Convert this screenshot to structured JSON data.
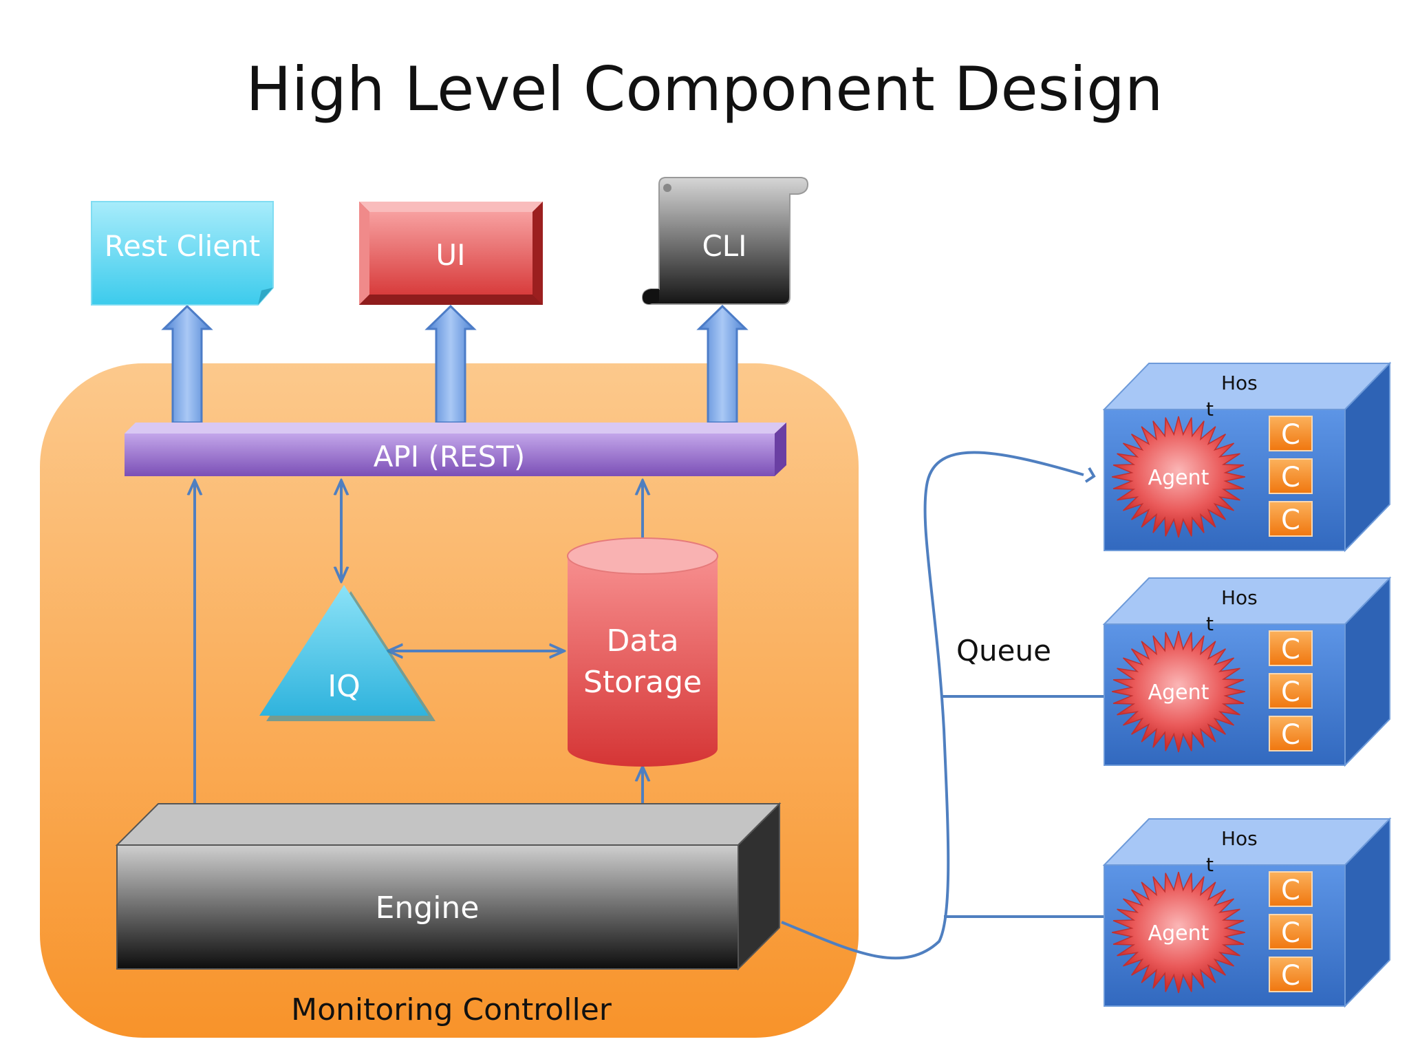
{
  "title": "High Level Component Design",
  "clients": {
    "rest_client": "Rest Client",
    "ui": "UI",
    "cli": "CLI"
  },
  "controller": {
    "label": "Monitoring Controller",
    "api": "API (REST)",
    "iq": "IQ",
    "storage_line1": "Data",
    "storage_line2": "Storage",
    "engine": "Engine"
  },
  "queue_label": "Queue",
  "hosts": [
    {
      "host_line1": "Hos",
      "host_line2": "t",
      "agent": "Agent",
      "containers": [
        "C",
        "C",
        "C"
      ]
    },
    {
      "host_line1": "Hos",
      "host_line2": "t",
      "agent": "Agent",
      "containers": [
        "C",
        "C",
        "C"
      ]
    },
    {
      "host_line1": "Hos",
      "host_line2": "t",
      "agent": "Agent",
      "containers": [
        "C",
        "C",
        "C"
      ]
    }
  ],
  "colors": {
    "controller_top": "#fbc27f",
    "controller_bottom": "#f9962f",
    "api": "#8a5cc0",
    "connector": "#4f7fc0",
    "storage": "#e14a4a",
    "host": "#3f7bd3",
    "container": "#f78a1e",
    "agent": "#e23a3a"
  }
}
